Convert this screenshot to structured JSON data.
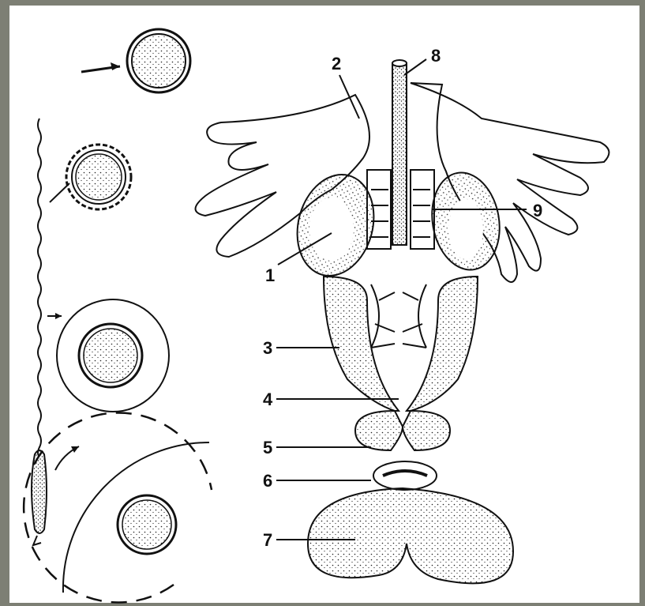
{
  "labels": {
    "l1": "1",
    "l2": "2",
    "l3": "3",
    "l4": "4",
    "l5": "5",
    "l6": "6",
    "l7": "7",
    "l8": "8",
    "l9": "9"
  },
  "colors": {
    "background": "#7d7f74",
    "paper": "#ffffff",
    "ink": "#111111"
  }
}
